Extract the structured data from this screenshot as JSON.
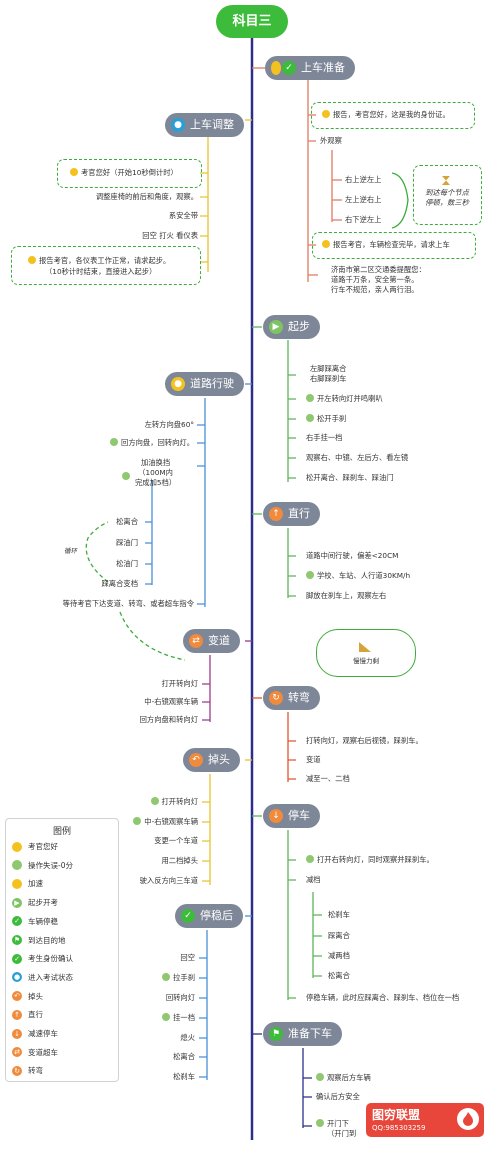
{
  "root": "科目三",
  "branches": {
    "b1": {
      "title": "上车准备",
      "i1": "报告，考官您好，这是我的身份证。",
      "i2": "外观察",
      "i3": "右上逆左上",
      "i4": "左上逆右上",
      "i5": "右下逆左上",
      "i6": "报告考官，车辆检查完毕，请求上车",
      "i7": [
        "济南市第二区交通委提醒您：",
        "道路千万条，安全第一条。",
        "行车不规范，亲人两行泪。"
      ],
      "note": [
        "到达每个节点",
        "停顿，数三秒"
      ]
    },
    "b2": {
      "title": "上车调整",
      "i1": "考官您好（开始10秒倒计时）",
      "i2": "调整座椅的前后和角度，观察。",
      "i3": "系安全带",
      "i4": "回空 打火 看仪表",
      "i5": [
        "报告考官，各仪表工作正常，请求起步。",
        "（10秒计时结束，直接进入起步）"
      ]
    },
    "b3": {
      "title": "起步",
      "i1": [
        "左脚踩离合",
        "右脚踩刹车"
      ],
      "i2": "开左转向灯并鸣喇叭",
      "i3": "松开手刹",
      "i4": "右手挂一档",
      "i5": "观察右、中镜、左后方、看左镜",
      "i6": "松开离合、踩刹车、踩油门"
    },
    "b4": {
      "title": "道路行驶",
      "i1": "左转方向盘60°",
      "i2": "回方向盘，回转向灯。",
      "i3": [
        "加油换挡",
        "（100M内",
        "完成加5档）"
      ],
      "i4": "松离合",
      "i5": "踩油门",
      "i6": "松油门",
      "i7": "踩离合变档",
      "i8": "等待考官下达变道、转弯、或者超车指令",
      "loop": "循环"
    },
    "b5": {
      "title": "直行",
      "i1": "道路中间行驶，偏差<20CM",
      "i2": "学校、车站、人行道30KM/h",
      "i3": "脚放在刹车上，观察左右"
    },
    "b6": {
      "title": "变道",
      "i1": "打开转向灯",
      "i2": "中-右镜观察车辆",
      "i3": "回方向盘和转向灯"
    },
    "b7": {
      "title": "转弯",
      "i1": "打转向灯，观察右后视镜，踩刹车。",
      "i2": "变道",
      "i3": "减至一、二档"
    },
    "b8": {
      "title": "掉头",
      "i1": "打开转向灯",
      "i2": "中-右镜观察车辆",
      "i3": "变更一个车道",
      "i4": "用二档掉头",
      "i5": "驶入反方向三车道"
    },
    "b9": {
      "title": "停车",
      "i1": "打开右转向灯，同时观察并踩刹车。",
      "i2": "减档",
      "i3": "松刹车",
      "i4": "踩离合",
      "i5": "减两档",
      "i6": "松离合",
      "i7": "停稳车辆，此时应踩离合、踩刹车、档位在一档"
    },
    "b10": {
      "title": "停稳后",
      "i1": "回空",
      "i2": "拉手刹",
      "i3": "回转向灯",
      "i4": "挂一档",
      "i5": "熄火",
      "i6": "松离合",
      "i7": "松刹车"
    },
    "b11": {
      "title": "准备下车",
      "i1": "观察后方车辆",
      "i2": "确认后方安全",
      "i3": [
        "开门下",
        "（开门到"
      ]
    }
  },
  "floating": "慢慢力剩",
  "legend": {
    "title": "图例",
    "items": [
      "考官您好",
      "操作失误-0分",
      "加速",
      "起步开考",
      "车辆停稳",
      "到达目的地",
      "考生身份确认",
      "进入考试状态",
      "掉头",
      "直行",
      "减速停车",
      "变道超车",
      "转弯"
    ],
    "colors": [
      "#f4c21f",
      "#8fc870",
      "#f4c21f",
      "#7dc462",
      "#3dbb3a",
      "#3dbb3a",
      "#3dbb3a",
      "#2a9fd6",
      "#f08a3c",
      "#f08a3c",
      "#f08a3c",
      "#f08a3c",
      "#f08a3c"
    ]
  },
  "watermark": {
    "brand": "图穷联盟",
    "qq": "QQ:985303259"
  },
  "colors": {
    "spine": "#2c2f8a",
    "root": "#3dbb3a",
    "topic": "#7e8797",
    "dash": "#3cad3a"
  }
}
